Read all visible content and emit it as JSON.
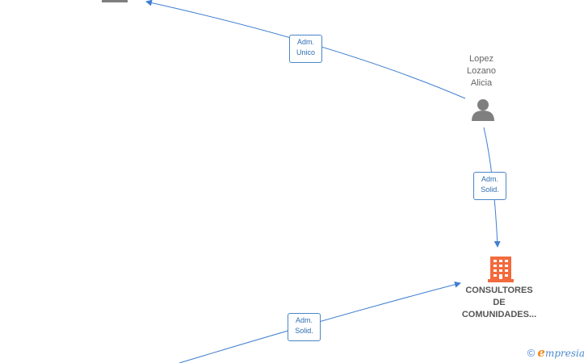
{
  "nodes": {
    "person_lopez": {
      "name_lines": [
        "Lopez",
        "Lozano",
        "Alicia"
      ],
      "icon": "person-icon",
      "color": "#7f7f7f"
    },
    "company_consultores": {
      "name_lines": [
        "CONSULTORES",
        "DE",
        "COMUNIDADES..."
      ],
      "icon": "building-icon",
      "color": "#f26a3d"
    }
  },
  "edges": [
    {
      "label_lines": [
        "Adm.",
        "Unico"
      ]
    },
    {
      "label_lines": [
        "Adm.",
        "Solid."
      ]
    },
    {
      "label_lines": [
        "Adm.",
        "Solid."
      ]
    }
  ],
  "colors": {
    "edge": "#3f7fd0",
    "label_border": "#4a86c8",
    "label_text": "#2f6db3"
  },
  "watermark": {
    "copyright": "©",
    "brand_initial": "e",
    "brand_rest": "mpresia"
  }
}
